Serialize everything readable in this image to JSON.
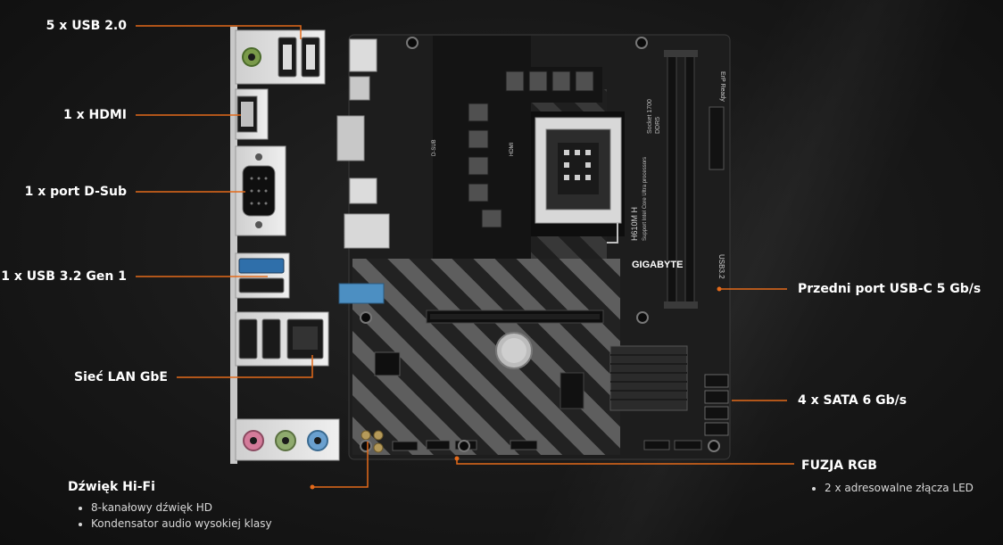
{
  "callouts_left": [
    {
      "id": "usb20",
      "text": "5 x USB 2.0"
    },
    {
      "id": "hdmi",
      "text": "1 x HDMI"
    },
    {
      "id": "dsub",
      "text": "1 x port D-Sub"
    },
    {
      "id": "usb32",
      "text": "1 x USB 3.2 Gen 1"
    },
    {
      "id": "lan",
      "text": "Sieć LAN GbE"
    }
  ],
  "callouts_right": [
    {
      "id": "usbc",
      "text": "Przedni port USB-C 5 Gb/s"
    },
    {
      "id": "sata",
      "text": "4 x SATA 6 Gb/s"
    }
  ],
  "audio": {
    "title": "Dźwięk Hi-Fi",
    "bullets": [
      "8-kanałowy dźwięk HD",
      "Kondensator audio wysokiej klasy"
    ]
  },
  "rgb": {
    "title": "FUZJA RGB",
    "bullets": [
      "2 x adresowalne złącza LED"
    ]
  },
  "board": {
    "brand": "GIGABYTE",
    "model": "H610M H",
    "socket_text": "Socket 1700",
    "memory_text": "DDR5",
    "support_text": "Support Intel Core Ultra processors",
    "usb_header_text": "USB3.2",
    "erp_text": "ErP Ready",
    "hdmi_text": "HDMI",
    "dsub_text": "D-SUB"
  },
  "colors": {
    "accent": "#e46a1a",
    "background": "#161616",
    "board": "#2a2a2a",
    "io_shield": "#d9d9d9",
    "audio_pink": "#d47b9a",
    "audio_green": "#8faa6e",
    "audio_blue": "#6aa0cf"
  }
}
